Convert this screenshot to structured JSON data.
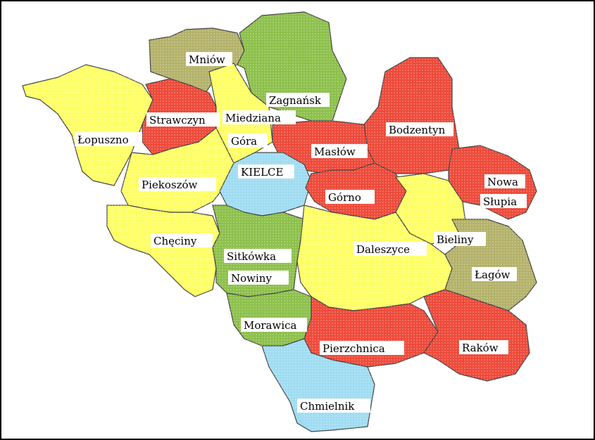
{
  "map": {
    "colors": {
      "yellow": "#ffff66",
      "red": "#ee4a3a",
      "green": "#8dc04b",
      "olive": "#b4b26a",
      "blue": "#9fdcf2",
      "border": "#444444"
    },
    "labels": {
      "mniow": "Mniów",
      "zagnansk": "Zagnańsk",
      "strawczyn": "Strawczyn",
      "miedzianaLine1": "Miedziana",
      "miedzianaLine2": "Góra",
      "lopuszno": "Łopuszno",
      "bodzentyn": "Bodzentyn",
      "maslow": "Masłów",
      "kielce": "KIELCE",
      "piekoszow": "Piekoszów",
      "gorno": "Górno",
      "nowaLine1": "Nowa",
      "nowaLine2": "Słupia",
      "checiny": "Chęciny",
      "daleszyce": "Daleszyce",
      "bieliny": "Bieliny",
      "sitkowkaLine1": "Sitkówka",
      "sitkowkaLine2": "Nowiny",
      "lagow": "Łagów",
      "morawica": "Morawica",
      "pierzchnica": "Pierzchnica",
      "rakow": "Raków",
      "chmielnik": "Chmielnik"
    }
  }
}
